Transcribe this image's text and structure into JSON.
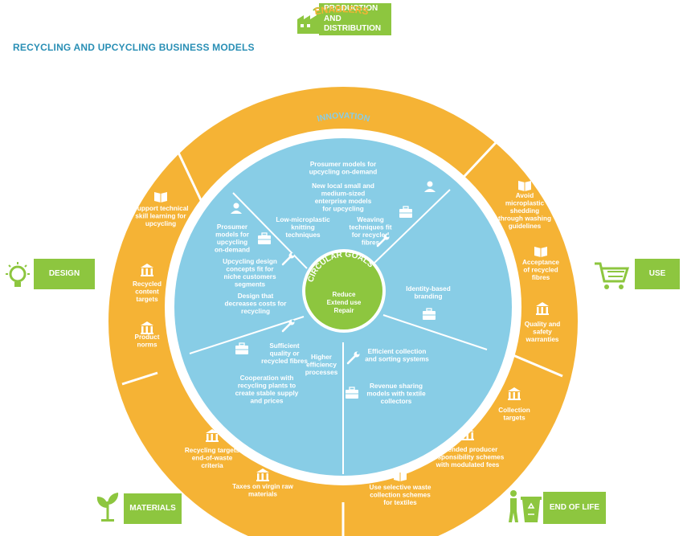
{
  "title": "RECYCLING AND UPCYCLING BUSINESS MODELS",
  "enablers_label": "ENABLERS",
  "innovation_label": "INNOVATION",
  "center": {
    "label": "CIRCULAR GOALS",
    "line1": "Reduce",
    "line2": "Extend use",
    "line3": "Repair"
  },
  "stages": {
    "production": "PRODUCTION AND DISTRIBUTION",
    "design": "DESIGN",
    "use": "USE",
    "materials": "MATERIALS",
    "end_of_life": "END OF LIFE"
  },
  "enablers": {
    "design": [
      {
        "lines": [
          "Support technical",
          "skill learning for",
          "upcycling"
        ],
        "icon": "book-icon"
      },
      {
        "lines": [
          "Recycled",
          "content",
          "targets"
        ],
        "icon": "institution-icon"
      },
      {
        "lines": [
          "Product",
          "norms"
        ],
        "icon": "institution-icon"
      }
    ],
    "use": [
      {
        "lines": [
          "Avoid",
          "microplastic",
          "shedding",
          "through washing",
          "guidelines"
        ],
        "icon": "book-icon"
      },
      {
        "lines": [
          "Acceptance",
          "of recycled",
          "fibres"
        ],
        "icon": "book-icon"
      },
      {
        "lines": [
          "Quality and",
          "safety",
          "warranties"
        ],
        "icon": "institution-icon"
      }
    ],
    "end_of_life": [
      {
        "lines": [
          "Collection",
          "targets"
        ],
        "icon": "institution-icon"
      },
      {
        "lines": [
          "Extended producer",
          "responsibility schemes",
          "with modulated fees"
        ],
        "icon": "institution-icon"
      },
      {
        "lines": [
          "Use selective waste",
          "collection schemes",
          "for textiles"
        ],
        "icon": "book-icon"
      }
    ],
    "materials": [
      {
        "lines": [
          "Recycling targets",
          "end-of-waste",
          "criteria"
        ],
        "icon": "institution-icon"
      },
      {
        "lines": [
          "Taxes on virgin raw",
          "materials"
        ],
        "icon": "institution-icon"
      }
    ]
  },
  "innovation": {
    "top": [
      {
        "lines": [
          "Prosumer models for",
          "upcycling on-demand"
        ]
      },
      {
        "lines": [
          "New local small and",
          "medium-sized",
          "enterprise models",
          "for upcycling"
        ]
      },
      {
        "lines": [
          "Low-microplastic",
          "knitting",
          "techniques"
        ]
      },
      {
        "lines": [
          "Weaving",
          "techniques fit",
          "for recycled",
          "fibres"
        ]
      }
    ],
    "left": [
      {
        "lines": [
          "Prosumer",
          "models for",
          "upcycling",
          "on-demand"
        ]
      },
      {
        "lines": [
          "Upcycling design",
          "concepts fit for",
          "niche customers",
          "segments"
        ]
      },
      {
        "lines": [
          "Design that",
          "decreases costs for",
          "recycling"
        ]
      }
    ],
    "right": [
      {
        "lines": [
          "Identity-based",
          "branding"
        ]
      }
    ],
    "bottom_left": [
      {
        "lines": [
          "Sufficient",
          "quality or",
          "recycled fibres"
        ]
      },
      {
        "lines": [
          "Higher",
          "efficiency",
          "processes"
        ]
      },
      {
        "lines": [
          "Cooperation with",
          "recycling plants to",
          "create stable supply",
          "and prices"
        ]
      }
    ],
    "bottom_right": [
      {
        "lines": [
          "Efficient collection",
          "and sorting systems"
        ]
      },
      {
        "lines": [
          "Revenue sharing",
          "models with textile",
          "collectors"
        ]
      }
    ]
  },
  "colors": {
    "outer_ring": "#f5b335",
    "inner_disc": "#88cde6",
    "center": "#8dc63f",
    "stage_box": "#8dc63f",
    "title": "#2a8fb5",
    "enablers_label": "#f5b335"
  }
}
